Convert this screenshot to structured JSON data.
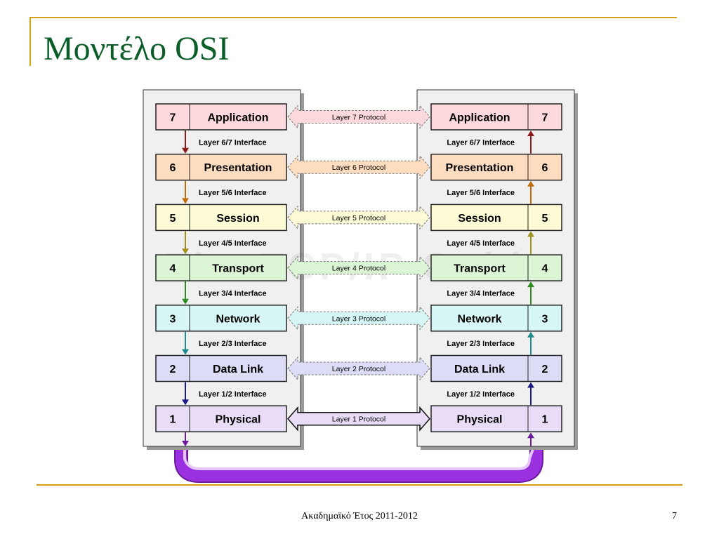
{
  "slide": {
    "title": "Μοντέλο OSI",
    "footer": "Ακαδημαϊκό Έτος 2011-2012",
    "page_number": "7"
  },
  "diagram": {
    "watermark": "The TCP/IP Guide",
    "layers": [
      {
        "number": "7",
        "name": "Application",
        "protocol": "Layer 7 Protocol",
        "color": "#fdd8dc",
        "arrow": "#8b1a1a"
      },
      {
        "number": "6",
        "name": "Presentation",
        "protocol": "Layer 6 Protocol",
        "color": "#fddcbf",
        "arrow": "#c06a10"
      },
      {
        "number": "5",
        "name": "Session",
        "protocol": "Layer 5 Protocol",
        "color": "#fdfbd5",
        "arrow": "#a09020"
      },
      {
        "number": "4",
        "name": "Transport",
        "protocol": "Layer 4 Protocol",
        "color": "#dcf5d5",
        "arrow": "#2e8b22"
      },
      {
        "number": "3",
        "name": "Network",
        "protocol": "Layer 3 Protocol",
        "color": "#d7f7f7",
        "arrow": "#1a8a8a"
      },
      {
        "number": "2",
        "name": "Data Link",
        "protocol": "Layer 2 Protocol",
        "color": "#dcdcf7",
        "arrow": "#1a1a8a"
      },
      {
        "number": "1",
        "name": "Physical",
        "protocol": "Layer 1 Protocol",
        "color": "#e8dcf7",
        "arrow": "#6a1a9a"
      }
    ],
    "interfaces": [
      "Layer 6/7 Interface",
      "Layer 5/6 Interface",
      "Layer 4/5 Interface",
      "Layer 3/4 Interface",
      "Layer 2/3 Interface",
      "Layer 1/2 Interface"
    ],
    "colors": {
      "accent_gold": "#d4a017",
      "title_green": "#0b5d28",
      "physical_link": "#9b30e0"
    }
  }
}
